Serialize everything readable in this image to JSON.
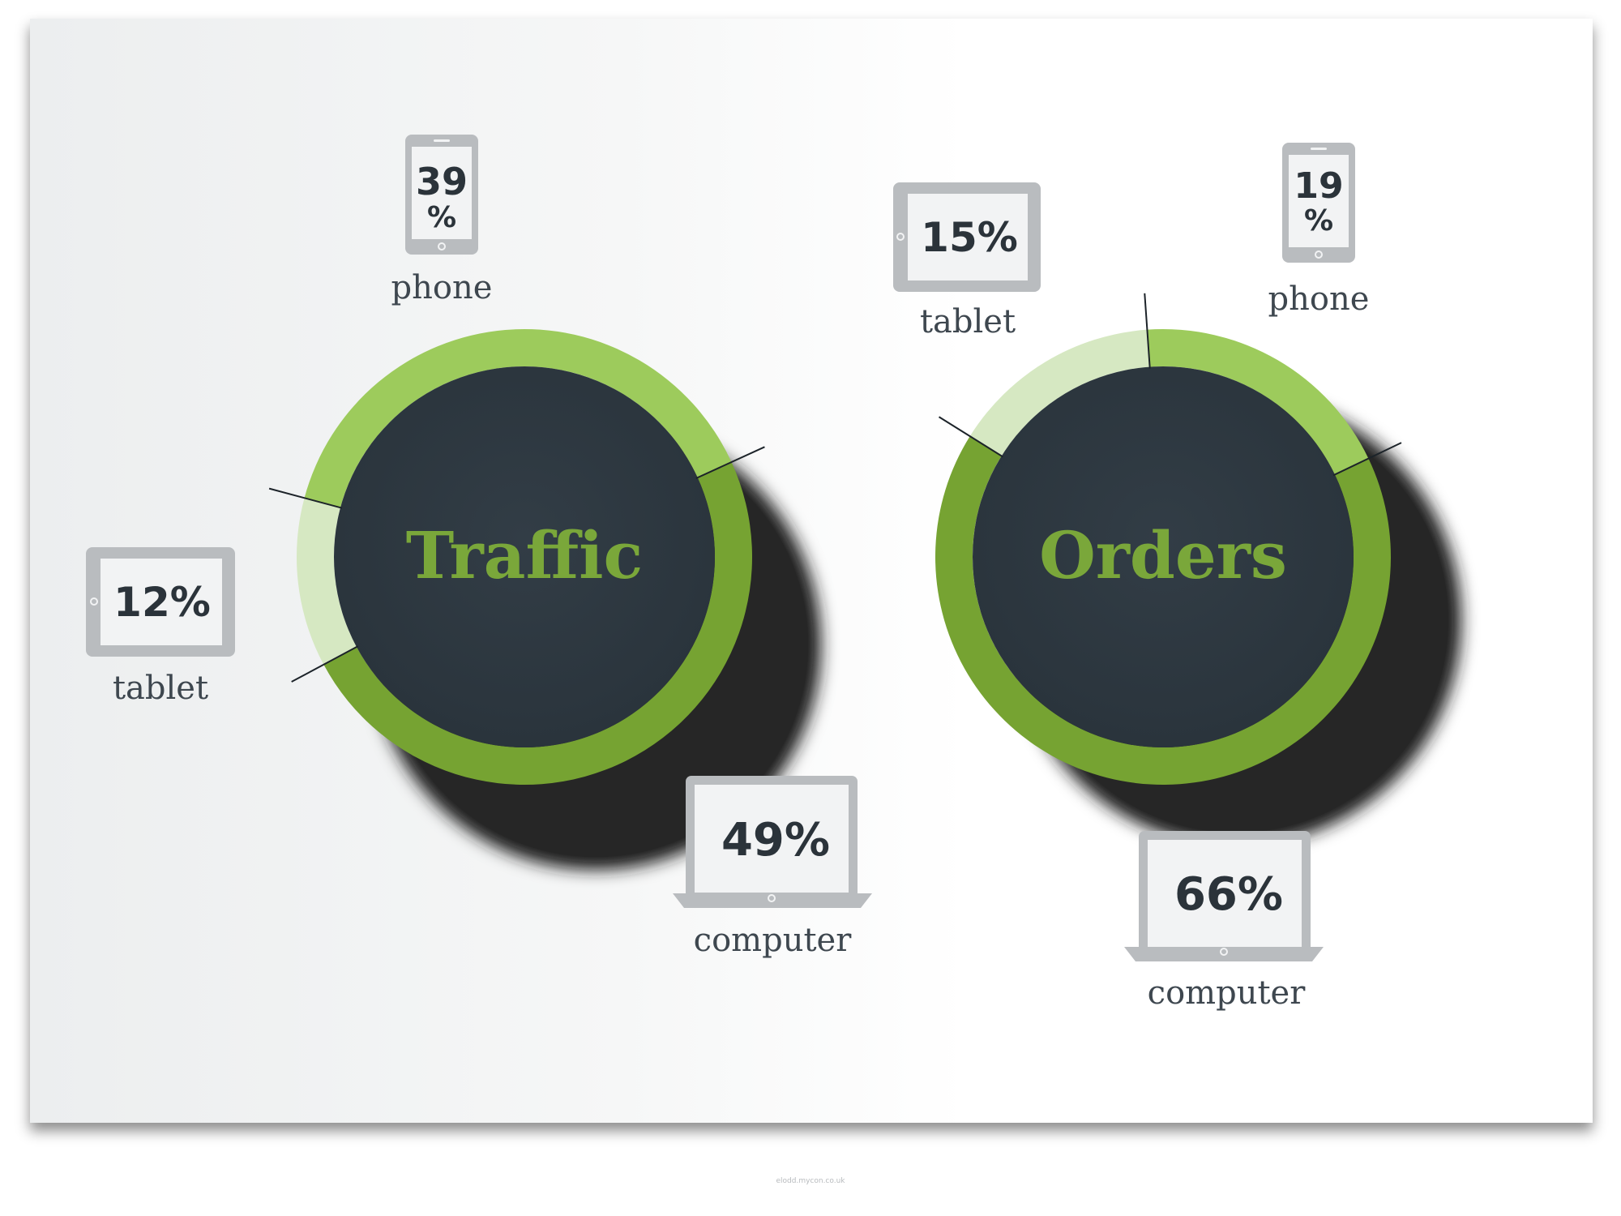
{
  "chart_data": [
    {
      "type": "pie",
      "title": "Traffic",
      "categories": [
        "phone",
        "computer",
        "tablet"
      ],
      "values": [
        39,
        49,
        12
      ],
      "labels": [
        "39%",
        "49%",
        "12%"
      ],
      "colors": [
        "#9dcb5c",
        "#76a332",
        "#d6e8c2"
      ]
    },
    {
      "type": "pie",
      "title": "Orders",
      "categories": [
        "phone",
        "computer",
        "tablet"
      ],
      "values": [
        19,
        66,
        15
      ],
      "labels": [
        "19%",
        "66%",
        "15%"
      ],
      "colors": [
        "#9dcb5c",
        "#76a332",
        "#d6e8c2"
      ]
    }
  ],
  "footer": "elodd.mycon.co.uk"
}
